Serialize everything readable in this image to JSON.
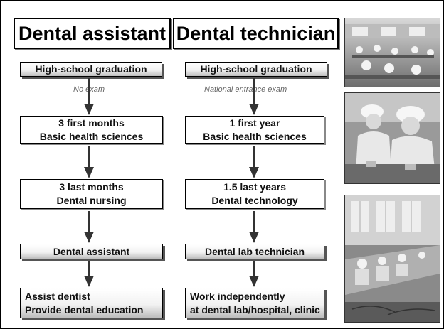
{
  "columns": [
    {
      "header": "Dental assistant",
      "steps": [
        {
          "lines": [
            "High-school graduation"
          ]
        },
        {
          "lines": [
            "3 first months",
            "Basic health sciences"
          ]
        },
        {
          "lines": [
            "3 last months",
            "Dental nursing"
          ]
        },
        {
          "lines": [
            "Dental assistant"
          ]
        },
        {
          "lines": [
            "Assist dentist",
            "Provide dental education"
          ]
        }
      ],
      "exam_note": "No exam"
    },
    {
      "header": "Dental technician",
      "steps": [
        {
          "lines": [
            "High-school graduation"
          ]
        },
        {
          "lines": [
            "1 first year",
            "Basic health sciences"
          ]
        },
        {
          "lines": [
            "1.5 last years",
            "Dental technology"
          ]
        },
        {
          "lines": [
            "Dental lab technician"
          ]
        },
        {
          "lines": [
            "Work independently",
            "at dental lab/hospital, clinic"
          ]
        }
      ],
      "exam_note": "National entrance exam"
    }
  ],
  "photos": [
    {
      "icon": "classroom-photo"
    },
    {
      "icon": "students-working-photo"
    },
    {
      "icon": "dental-lab-photo"
    }
  ],
  "colors": {
    "arrow": "#333333",
    "box_shade": "#bdbdbd"
  }
}
